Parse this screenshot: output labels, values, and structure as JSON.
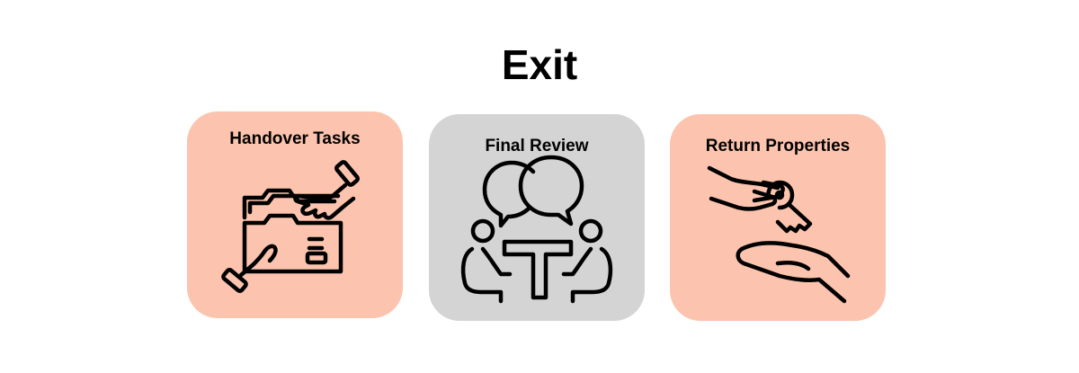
{
  "diagram": {
    "title": "Exit",
    "steps": [
      {
        "label": "Handover Tasks",
        "icon": "folder-handover-icon",
        "color": "#fcc4ae"
      },
      {
        "label": "Final Review",
        "icon": "meeting-discussion-icon",
        "color": "#d4d4d4"
      },
      {
        "label": "Return Properties",
        "icon": "key-handover-icon",
        "color": "#fcc4ae"
      }
    ]
  }
}
